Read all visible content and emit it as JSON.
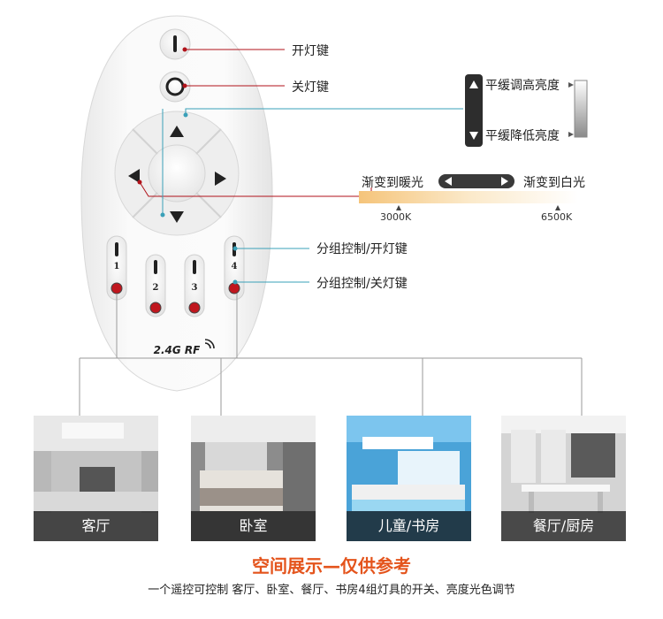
{
  "remote": {
    "brand_label": "2.4G RF",
    "group_numbers": [
      "1",
      "2",
      "3",
      "4"
    ]
  },
  "callouts": {
    "on_key": "开灯键",
    "off_key": "关灯键",
    "group_on": "分组控制/开灯键",
    "group_off": "分组控制/关灯键"
  },
  "brightness": {
    "up": "平缓调高亮度",
    "down": "平缓降低亮度"
  },
  "color_temp": {
    "left_label": "渐变到暖光",
    "right_label": "渐变到白光",
    "warm_value": "3000K",
    "cool_value": "6500K"
  },
  "rooms": [
    {
      "name": "客厅"
    },
    {
      "name": "卧室"
    },
    {
      "name": "儿童/书房"
    },
    {
      "name": "餐厅/厨房"
    }
  ],
  "footer": {
    "title": "空间展示—仅供参考",
    "subtitle": "一个遥控可控制 客厅、卧室、餐厅、书房4组灯具的开关、亮度光色调节"
  },
  "colors": {
    "accent": "#e4541c",
    "indicator_red": "#c0161e",
    "connector_teal": "#3aa0b8"
  }
}
